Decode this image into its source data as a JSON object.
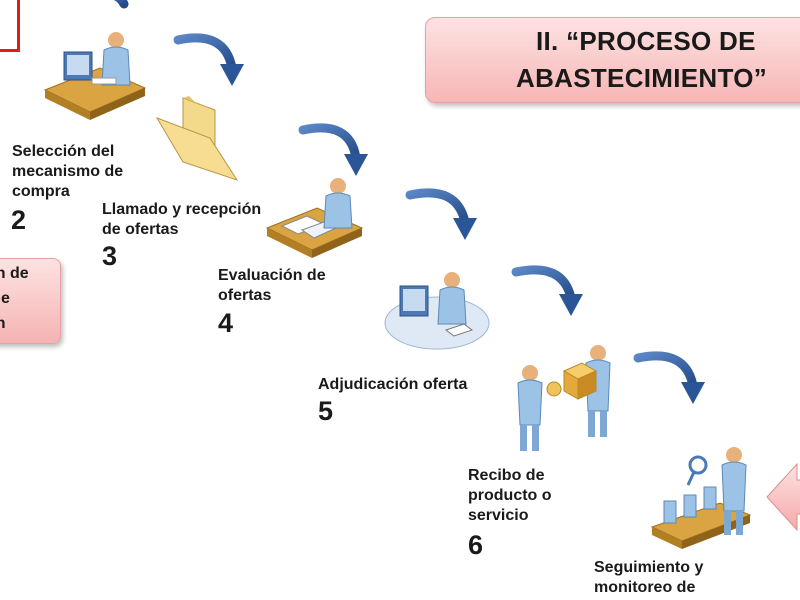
{
  "title": {
    "line1": "II. “PROCESO DE",
    "line2": "ABASTECIMIENTO”"
  },
  "left_box": {
    "line1": "ón de",
    "line2": "e",
    "line3": "ón"
  },
  "steps": [
    {
      "label_lines": [
        "Selección del",
        "mecanismo de",
        "compra"
      ],
      "number": "2",
      "icon": "person-at-computer-icon"
    },
    {
      "label_lines": [
        "Llamado y recepción",
        "de ofertas"
      ],
      "number": "3",
      "icon": "folder-icon"
    },
    {
      "label_lines": [
        "Evaluación de",
        "ofertas"
      ],
      "number": "4",
      "icon": "person-reviewing-documents-icon"
    },
    {
      "label_lines": [
        "Adjudicación oferta"
      ],
      "number": "5",
      "icon": "person-at-workstation-icon"
    },
    {
      "label_lines": [
        "Recibo de",
        "producto o",
        "servicio"
      ],
      "number": "6",
      "icon": "people-exchanging-package-icon"
    },
    {
      "label_lines": [
        "Seguimiento y",
        "monitoreo de"
      ],
      "number": "",
      "icon": "person-inspecting-conveyor-icon"
    }
  ],
  "colors": {
    "arrow_blue": "#2f5fa7",
    "title_box_fill": "#f7b6b6",
    "red_border": "#e21b1b"
  }
}
